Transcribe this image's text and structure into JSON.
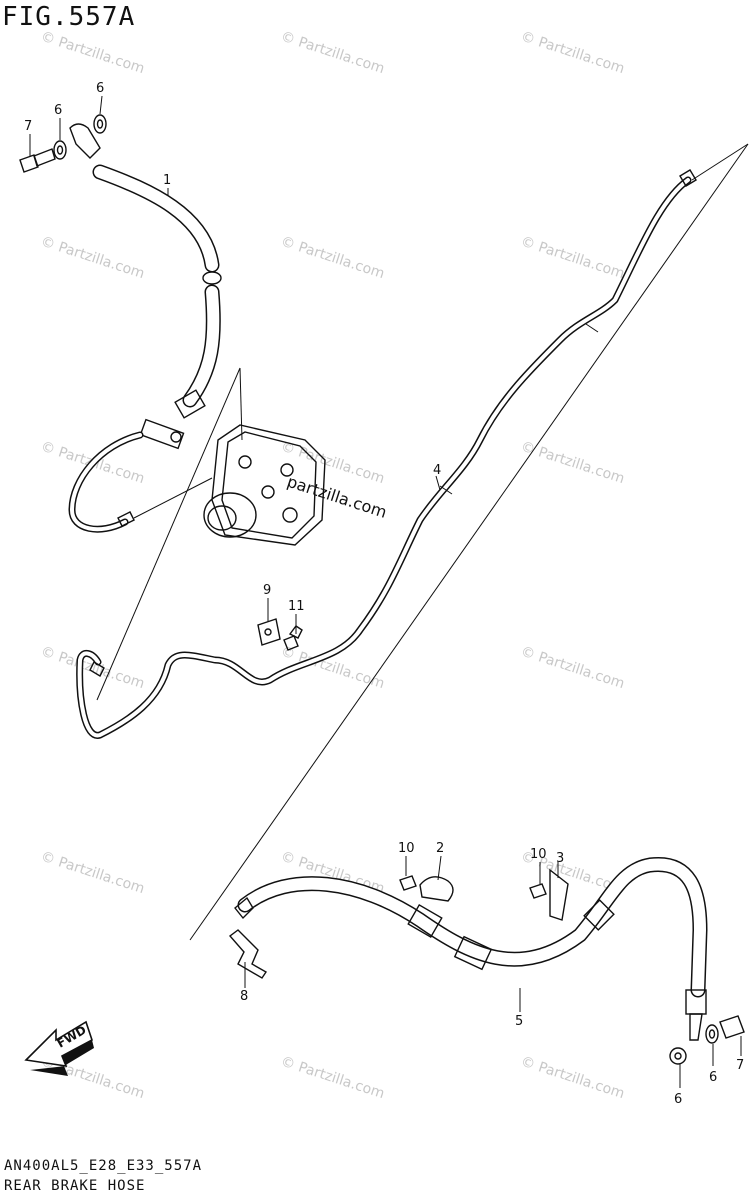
{
  "figure": {
    "title": "FIG.557A",
    "code": "AN400AL5_E28_E33_557A",
    "caption": "REAR BRAKE HOSE"
  },
  "watermark": {
    "text": "© Partzilla.com",
    "center_text": "partzilla.com"
  },
  "fwd_label": "FWD",
  "callouts": [
    {
      "id": "c1",
      "label": "1"
    },
    {
      "id": "c2",
      "label": "2"
    },
    {
      "id": "c3",
      "label": "3"
    },
    {
      "id": "c4",
      "label": "4"
    },
    {
      "id": "c5",
      "label": "5"
    },
    {
      "id": "c6a",
      "label": "6"
    },
    {
      "id": "c6b",
      "label": "6"
    },
    {
      "id": "c6c",
      "label": "6"
    },
    {
      "id": "c7a",
      "label": "7"
    },
    {
      "id": "c7b",
      "label": "7"
    },
    {
      "id": "c8",
      "label": "8"
    },
    {
      "id": "c9",
      "label": "9"
    },
    {
      "id": "c10a",
      "label": "10"
    },
    {
      "id": "c10b",
      "label": "10"
    },
    {
      "id": "c11",
      "label": "11"
    }
  ]
}
